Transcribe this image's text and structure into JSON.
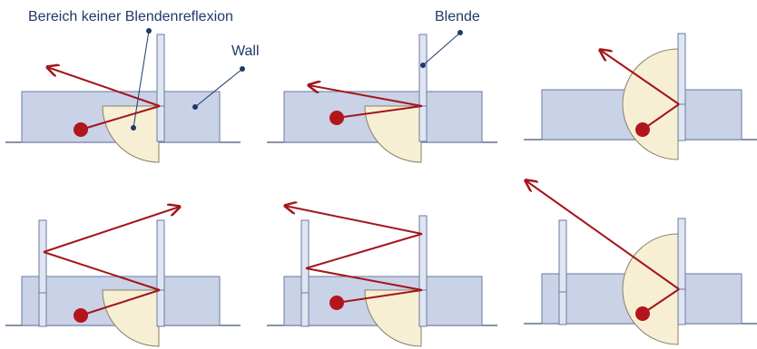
{
  "labels": {
    "no_reflection_zone": "Bereich keiner Blendenreflexion",
    "wall": "Wall",
    "aperture": "Blende"
  },
  "colors": {
    "wall_fill": "#c9d2e6",
    "wall_stroke": "#6b7aa3",
    "aperture_fill": "#dfe5f1",
    "zone_fill": "#f7efd3",
    "zone_stroke": "#8a7f66",
    "ray": "#a3151b",
    "source": "#b2161c",
    "ground": "#3d4f7a",
    "label_text": "#1f3a68"
  },
  "panel_count": 6
}
